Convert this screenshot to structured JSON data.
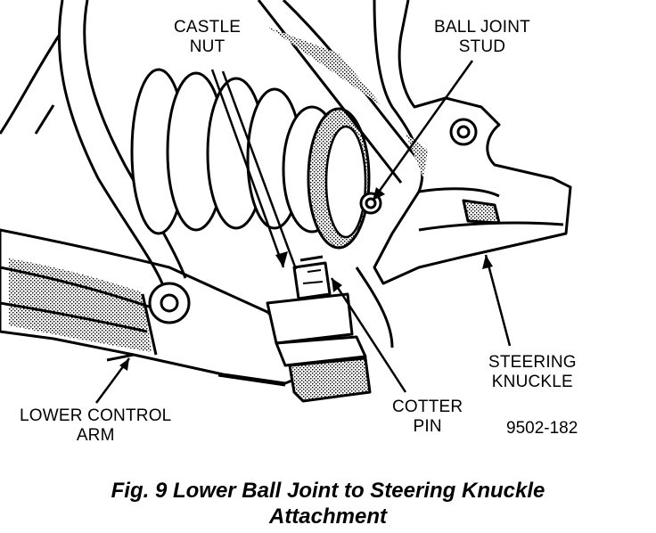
{
  "labels": {
    "castle_nut": [
      "CASTLE",
      "NUT"
    ],
    "ball_joint_stud": [
      "BALL JOINT",
      "STUD"
    ],
    "steering_knuckle": [
      "STEERING",
      "KNUCKLE"
    ],
    "cotter_pin": [
      "COTTER",
      "PIN"
    ],
    "lower_control_arm": [
      "LOWER CONTROL",
      "ARM"
    ]
  },
  "figure_code": "9502-182",
  "caption": [
    "Fig. 9 Lower Ball Joint to Steering Knuckle",
    "Attachment"
  ]
}
